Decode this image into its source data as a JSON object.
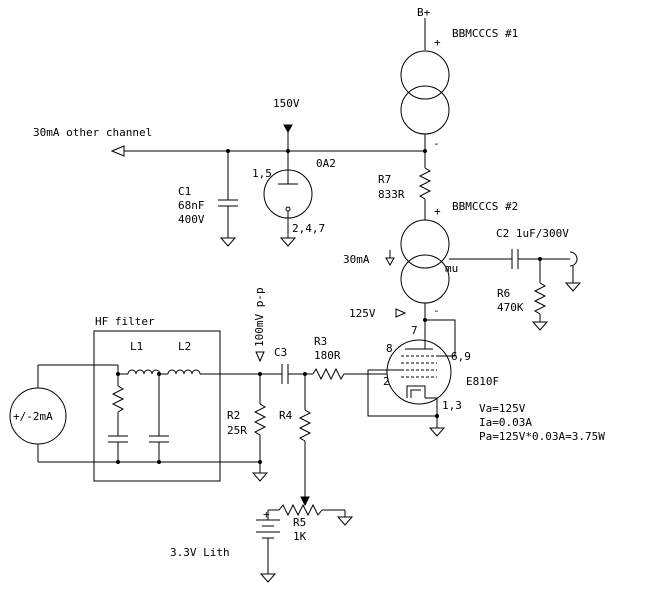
{
  "labels": {
    "bplus": "B+",
    "bbmcccs1": "BBMCCCS #1",
    "v150": "150V",
    "other_channel": "30mA other channel",
    "oa2": "0A2",
    "oa2_pins_top": "1,5",
    "oa2_pins_bot": "2,4,7",
    "c1_name": "C1",
    "c1_val": "68nF",
    "c1_volt": "400V",
    "r7_name": "R7",
    "r7_val": "833R",
    "bbmcccs2": "BBMCCCS #2",
    "c2": "C2 1uF/300V",
    "i30ma": "30mA",
    "mu": "mu",
    "r6_name": "R6",
    "r6_val": "470K",
    "v125": "125V",
    "pin7": "7",
    "pin8": "8",
    "pin69": "6,9",
    "pin2": "2",
    "pin13": "1,3",
    "tube": "E810F",
    "hf_filter": "HF filter",
    "l1": "L1",
    "l2": "L2",
    "sig100": "100mV p-p",
    "c3": "C3",
    "r3_name": "R3",
    "r3_val": "180R",
    "r2_name": "R2",
    "r2_val": "25R",
    "r4": "R4",
    "source": "+/-2mA",
    "r5_name": "R5",
    "r5_val": "1K",
    "battery": "3.3V Lith",
    "va": "Va=125V",
    "ia": "Ia=0.03A",
    "pa": "Pa=125V*0.03A=3.75W",
    "plus1": "+",
    "minus1": "-",
    "plus2": "+",
    "minus2": "-",
    "batt_plus": "+"
  }
}
